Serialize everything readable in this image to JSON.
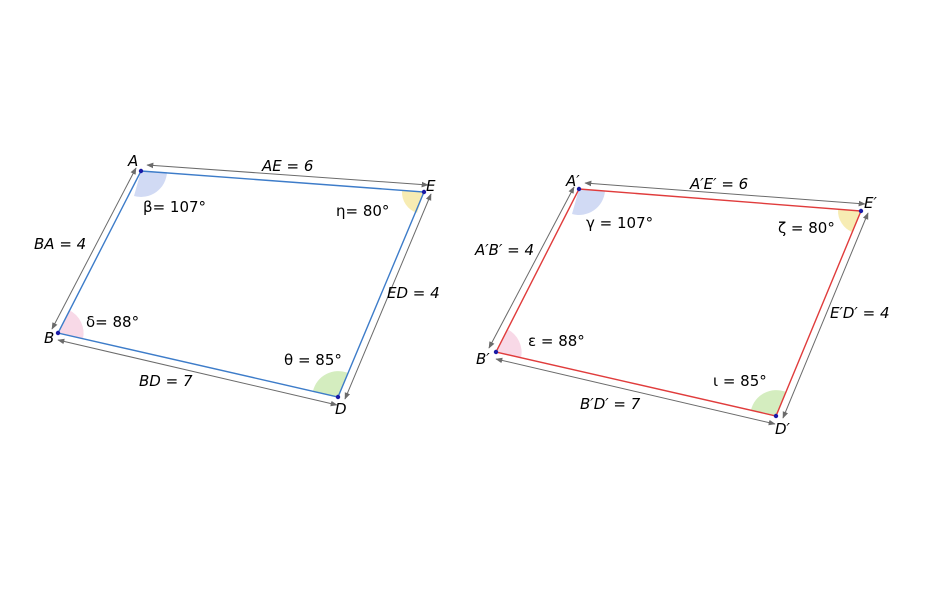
{
  "colors": {
    "left_shape": "#3d7cc9",
    "right_shape": "#e03c3c",
    "vertex_dot": "#1a1aa6",
    "measure_arrow": "#6b6b6b",
    "angle_blue": "#c9d3f2",
    "angle_yellow": "#f6e9a6",
    "angle_green": "#cdeab4",
    "angle_pink": "#f7d2e3"
  },
  "left": {
    "vertices": {
      "A": "A",
      "E": "E",
      "D": "D",
      "B": "B"
    },
    "sides": {
      "AE": "AE = 6",
      "ED": "ED = 4",
      "BD": "BD = 7",
      "BA": "BA = 4"
    },
    "angles": {
      "A": "β= 107°",
      "E": "η= 80°",
      "D": "θ = 85°",
      "B": "δ= 88°"
    }
  },
  "right": {
    "vertices": {
      "A": "A′",
      "E": "E′",
      "D": "D′",
      "B": "B′"
    },
    "sides": {
      "AE": "A′E′ = 6",
      "ED": "E′D′ = 4",
      "BD": "B′D′ = 7",
      "BA": "A′B′ = 4"
    },
    "angles": {
      "A": "γ = 107°",
      "E": "ζ = 80°",
      "D": "ι = 85°",
      "B": "ε = 88°"
    }
  }
}
